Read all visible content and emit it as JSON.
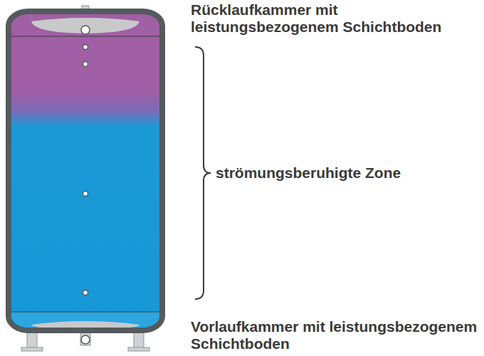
{
  "diagram": {
    "labels": [
      "Rücklaufkammer mit leistungsbezogenem Schichtboden",
      "strömungsberuhigte Zone",
      "Vorlaufkammer mit leistungsbezogenem Schichtboden"
    ]
  }
}
